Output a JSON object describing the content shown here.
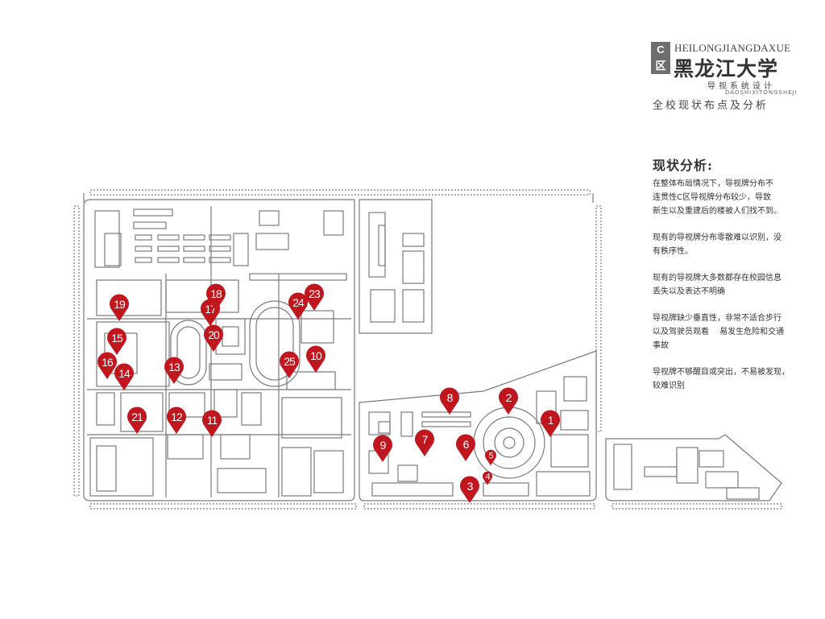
{
  "brand": {
    "badge_letter": "C",
    "badge_sub": "区",
    "pinyin": "HEILONGJIANGDAXUE",
    "name_cn": "黑龙江大学",
    "system_cn": "导视系统设计",
    "system_pinyin": "DAOSHIXITONGSHEJI",
    "page_title": "全校现状布点及分析"
  },
  "analysis": {
    "heading": "现状分析:",
    "paragraphs": [
      "在整体布局情况下，导视牌分布不\n连贯性C区导视牌分布较少，导致\n新生以及重建后的楼被人们找不到。",
      "现有的导视牌分布零散难以识别，没\n有秩序性。",
      "现有的导视牌大多数都存在校园信息\n丢失以及表达不明确",
      "导视牌缺少垂直性，非常不适合步行\n以及驾驶员观看　 易发生危险和交通\n事故",
      "导视牌不够醒目或突出，不易被发现，\n较难识别"
    ]
  },
  "map": {
    "marker_color": "#c0161e",
    "line_color": "#7a7a7a",
    "markers": [
      {
        "label": "1"
      },
      {
        "label": "2"
      },
      {
        "label": "3"
      },
      {
        "label": "4"
      },
      {
        "label": "5"
      },
      {
        "label": "6"
      },
      {
        "label": "7"
      },
      {
        "label": "8"
      },
      {
        "label": "9"
      },
      {
        "label": "10"
      },
      {
        "label": "11"
      },
      {
        "label": "12"
      },
      {
        "label": "13"
      },
      {
        "label": "14"
      },
      {
        "label": "15"
      },
      {
        "label": "16"
      },
      {
        "label": "17"
      },
      {
        "label": "18"
      },
      {
        "label": "19"
      },
      {
        "label": "20"
      },
      {
        "label": "21"
      },
      {
        "label": "23"
      },
      {
        "label": "24"
      },
      {
        "label": "25"
      }
    ]
  }
}
